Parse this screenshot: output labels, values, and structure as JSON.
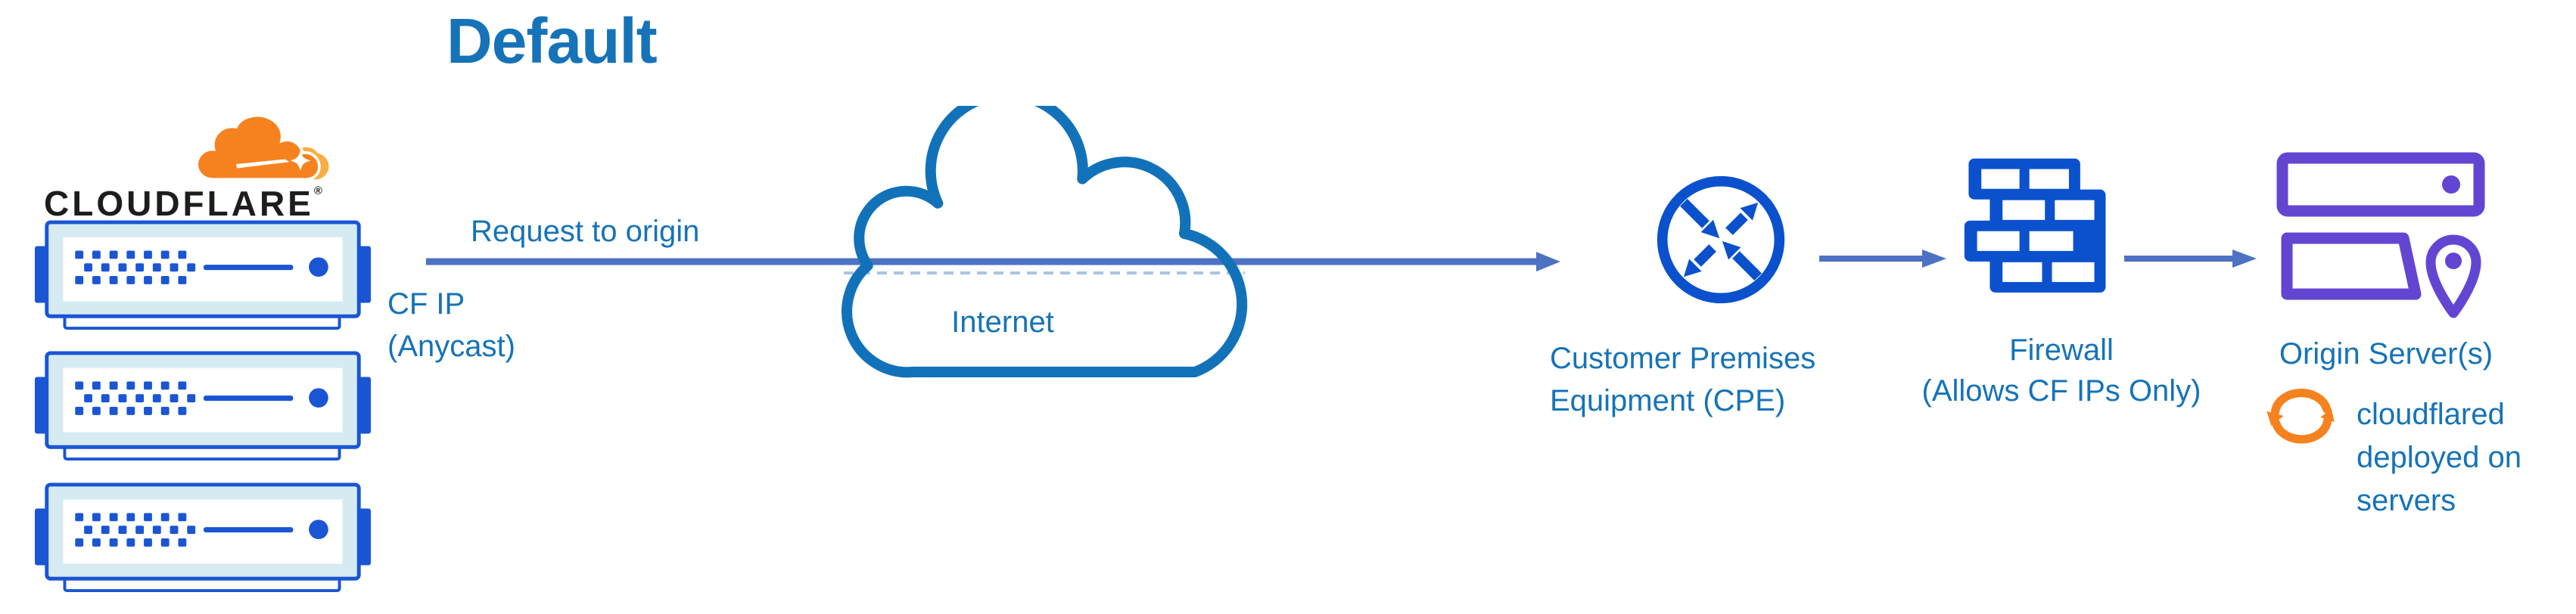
{
  "title": "Default",
  "colors": {
    "text-blue": "#1673b8",
    "arrow-blue": "#4d72c4",
    "icon-blue": "#0b51cd",
    "server-blue": "#1a55d4",
    "server-fill": "#d5ebf1",
    "origin-purple": "#6246d2",
    "cf-orange": "#f6821f",
    "cf-orange-light": "#fbad41",
    "wordmark-black": "#1d1d1d",
    "dash-blue": "#aac4e4"
  },
  "cloudflare": {
    "wordmark": "CLOUDFLARE",
    "registered_mark": "®"
  },
  "flow": {
    "request_label": "Request to origin",
    "cf_ip_lines": [
      "CF IP",
      "(Anycast)"
    ]
  },
  "internet": {
    "label": "Internet"
  },
  "cpe": {
    "label_lines": [
      "Customer Premises",
      "Equipment (CPE)"
    ]
  },
  "firewall": {
    "label_lines": [
      "Firewall",
      "(Allows CF IPs Only)"
    ]
  },
  "origin": {
    "label": "Origin Server(s)"
  },
  "cloudflared": {
    "label_lines": [
      "cloudflared",
      "deployed on",
      "servers"
    ]
  },
  "icons": {
    "cloudflare_logo": "cloudflare-cloud-icon",
    "edge_server": "server-rack-icon",
    "internet": "internet-cloud-icon",
    "cpe": "router-arrows-icon",
    "firewall": "brick-wall-icon",
    "origin": "server-location-pin-icon",
    "cloudflared": "sync-arrows-icon"
  }
}
